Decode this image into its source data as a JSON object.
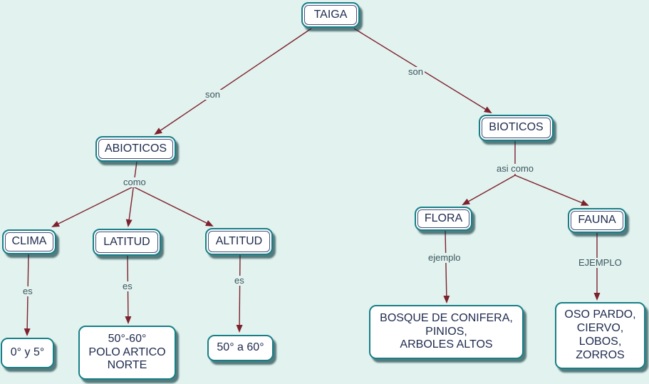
{
  "diagram": {
    "type": "concept-map",
    "root": "TAIGA"
  },
  "colors": {
    "background": "#e2f2ee",
    "node_fill": "#ffffff",
    "node_border": "#177f88",
    "node_inner_outline": "#44507a",
    "node_text": "#1e2a4e",
    "edge_line": "#7d212e",
    "edge_label_text": "#3c565f",
    "node_shadow": "#0a3a40"
  },
  "nodes": {
    "taiga": {
      "label": "TAIGA"
    },
    "abioticos": {
      "label": "ABIOTICOS"
    },
    "bioticos": {
      "label": "BIOTICOS"
    },
    "clima": {
      "label": "CLIMA"
    },
    "latitud": {
      "label": "LATITUD"
    },
    "altitud": {
      "label": "ALTITUD"
    },
    "flora": {
      "label": "FLORA"
    },
    "fauna": {
      "label": "FAUNA"
    },
    "clima_value": {
      "label": "0° y 5°"
    },
    "latitud_value": {
      "label": "50°-60°\nPOLO ARTICO\nNORTE"
    },
    "altitud_value": {
      "label": "50° a 60°"
    },
    "flora_value": {
      "label": "BOSQUE DE CONIFERA,\nPINIOS,\nARBOLES ALTOS"
    },
    "fauna_value": {
      "label": "OSO PARDO,\nCIERVO,\nLOBOS,\nZORROS"
    }
  },
  "edge_labels": {
    "son_left": "son",
    "son_right": "son",
    "como": "como",
    "asi_como": "asi como",
    "es_clima": "es",
    "es_latitud": "es",
    "es_altitud": "es",
    "ejemplo_flora": "ejemplo",
    "ejemplo_fauna": "EJEMPLO"
  }
}
